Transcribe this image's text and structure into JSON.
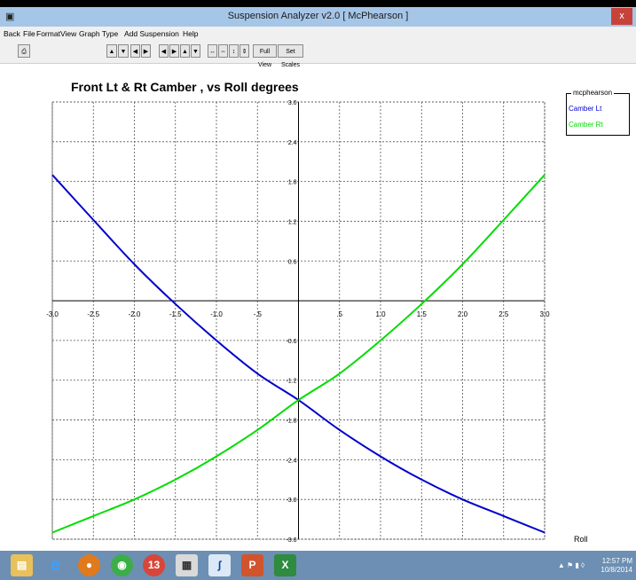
{
  "window": {
    "title": "Suspension Analyzer v2.0  [ McPhearson ]",
    "close_label": "x"
  },
  "menu": {
    "items": [
      "Back",
      "File",
      "Format",
      "View",
      "Graph Type",
      "Add Suspension",
      "Help"
    ]
  },
  "toolbar": {
    "full_view_label": "Full View",
    "set_scales_label": "Set Scales"
  },
  "chart_data": {
    "type": "line",
    "title": "Front Lt & Rt Camber , vs Roll degrees",
    "xlabel": "Roll",
    "ylabel": "",
    "xlim": [
      -3.0,
      3.0
    ],
    "ylim": [
      -3.6,
      3.0
    ],
    "x_ticks": [
      -3.0,
      -2.5,
      -2.0,
      -1.5,
      -1.0,
      -0.5,
      0.5,
      1.0,
      1.5,
      2.0,
      2.5,
      3.0
    ],
    "x_tick_labels": [
      "-3.0",
      "-2.5",
      "-2.0",
      "-1.5",
      "-1.0",
      "-.5",
      ".5",
      "1.0",
      "1.5",
      "2.0",
      "2.5",
      "3.0"
    ],
    "y_ticks": [
      3.0,
      2.4,
      1.8,
      1.2,
      0.6,
      -0.6,
      -1.2,
      -1.8,
      -2.4,
      -3.0,
      -3.6
    ],
    "y_tick_labels": [
      "3.0",
      "2.4",
      "1.8",
      "1.2",
      "0.6",
      "-0.6",
      "-1.2",
      "-1.8",
      "-2.4",
      "-3.0",
      "-3.6"
    ],
    "grid": true,
    "legend_position": "top-right",
    "legend_title": "mcphearson",
    "x": [
      -3.0,
      -2.5,
      -2.0,
      -1.5,
      -1.0,
      -0.5,
      0.0,
      0.5,
      1.0,
      1.5,
      2.0,
      2.5,
      3.0
    ],
    "series": [
      {
        "name": "Camber Lt",
        "color": "#0000cc",
        "values": [
          1.9,
          1.22,
          0.55,
          -0.05,
          -0.6,
          -1.1,
          -1.5,
          -1.95,
          -2.35,
          -2.7,
          -3.0,
          -3.25,
          -3.5
        ]
      },
      {
        "name": "Camber Rt",
        "color": "#00dd00",
        "values": [
          -3.5,
          -3.25,
          -3.0,
          -2.7,
          -2.35,
          -1.95,
          -1.5,
          -1.1,
          -0.6,
          -0.05,
          0.55,
          1.22,
          1.9
        ]
      }
    ]
  },
  "taskbar": {
    "app_badge": "13",
    "clock_time": "12:57 PM",
    "clock_date": "10/8/2014"
  }
}
